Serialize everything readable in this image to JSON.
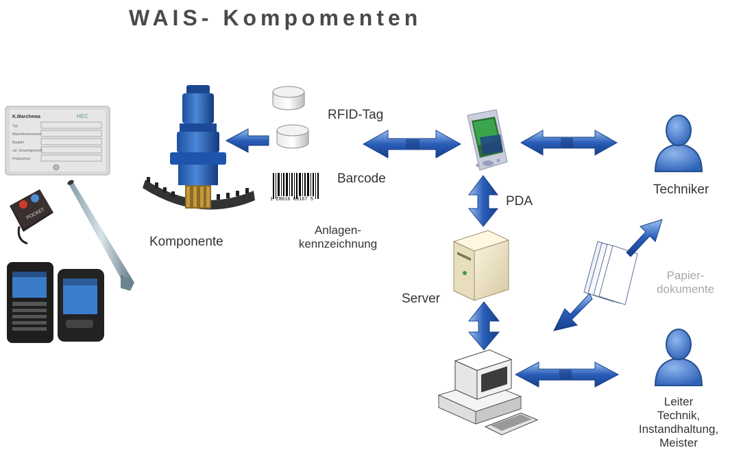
{
  "title": "WAIS- Kompomenten",
  "labels": {
    "rfid_tag": "RFID-Tag",
    "barcode": "Barcode",
    "anlagen_line1": "Anlagen-",
    "anlagen_line2": "kennzeichnung",
    "komponente": "Komponente",
    "pda": "PDA",
    "server": "Server",
    "techniker": "Techniker",
    "papier_line1": "Papier-",
    "papier_line2": "dokumente",
    "leiter_line1": "Leiter",
    "leiter_line2": "Technik,",
    "leiter_line3": "Instandhaltung,",
    "leiter_line4": "Meister"
  },
  "barcode_number": "1 28016 69167 5",
  "colors": {
    "arrow_dark": "#1f4fa8",
    "arrow_light": "#9cc3f0",
    "person_blue": "#4f86d9",
    "title": "#4a4a4a"
  }
}
